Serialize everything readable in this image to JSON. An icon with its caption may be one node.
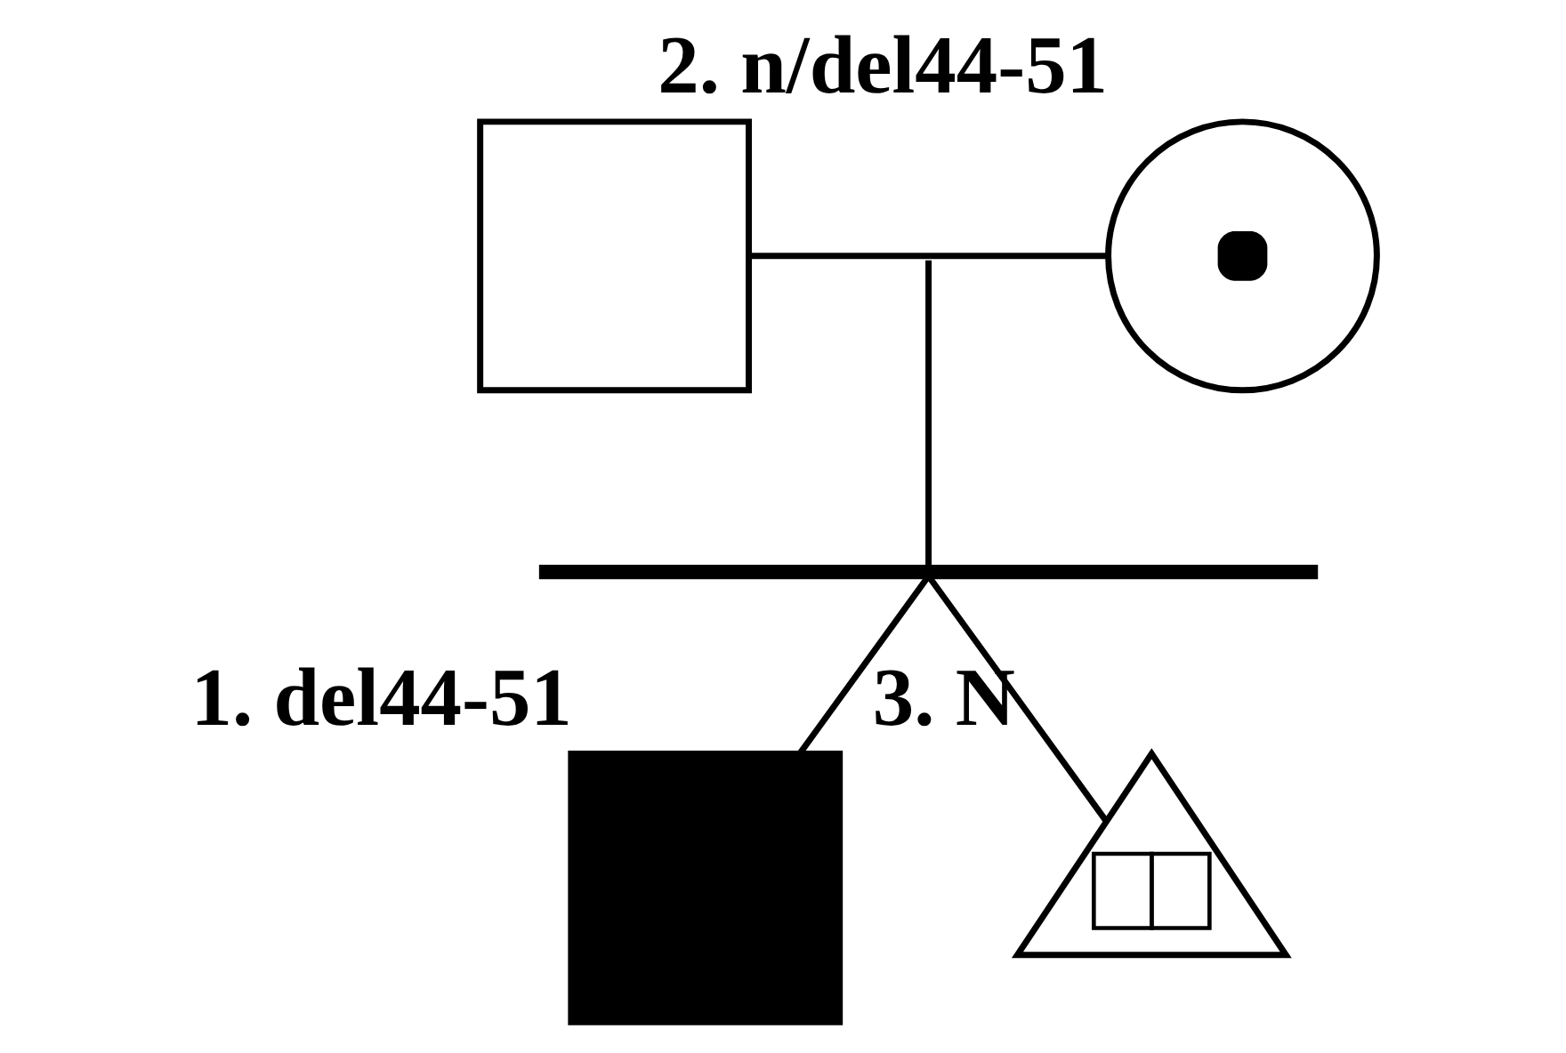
{
  "diagram": {
    "nodes": [
      {
        "text": [],
        "shape": "box"
      },
      {
        "text": [],
        "shape": "circle",
        "beside": [
          "2. n/del44-51"
        ]
      },
      {
        "text": [],
        "shape": "bar"
      },
      {
        "text": [],
        "shape": "box",
        "beside": [
          "1. del44-51"
        ]
      },
      {
        "text": [],
        "shape": "triangle",
        "beside": [
          "3. N"
        ]
      }
    ],
    "edges": [
      {
        "from": 0,
        "to": 1,
        "arrow": "none"
      },
      {
        "from": null,
        "to": 2,
        "arrow": "none"
      },
      {
        "from": 2,
        "to": 3,
        "arrow": "none"
      },
      {
        "from": 2,
        "to": 4,
        "arrow": "none"
      }
    ]
  }
}
